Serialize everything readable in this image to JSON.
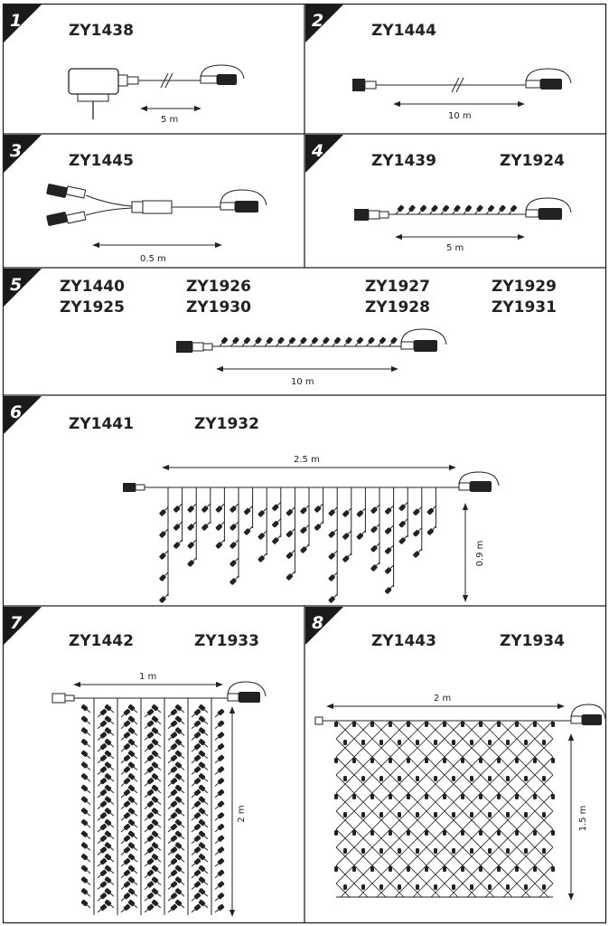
{
  "panels": [
    {
      "number": "1",
      "codes": [
        "ZY1438"
      ],
      "dimension": "5 m"
    },
    {
      "number": "2",
      "codes": [
        "ZY1444"
      ],
      "dimension": "10 m"
    },
    {
      "number": "3",
      "codes": [
        "ZY1445"
      ],
      "dimension": "0.5 m"
    },
    {
      "number": "4",
      "codes": [
        "ZY1439",
        "ZY1924"
      ],
      "dimension": "5 m"
    },
    {
      "number": "5",
      "codes": [
        "ZY1440",
        "ZY1926",
        "ZY1927",
        "ZY1929",
        "ZY1925",
        "ZY1930",
        "ZY1928",
        "ZY1931"
      ],
      "dimension": "10 m"
    },
    {
      "number": "6",
      "codes": [
        "ZY1441",
        "ZY1932"
      ],
      "dimension": "2.5 m",
      "dimension2": "0.9 m"
    },
    {
      "number": "7",
      "codes": [
        "ZY1442",
        "ZY1933"
      ],
      "dimension": "1 m",
      "dimension2": "2 m"
    },
    {
      "number": "8",
      "codes": [
        "ZY1443",
        "ZY1934"
      ],
      "dimension": "2 m",
      "dimension2": "1.5 m"
    }
  ],
  "colors": {
    "ink": "#222222",
    "badge": "#1a1a1a",
    "frame": "#333333"
  }
}
